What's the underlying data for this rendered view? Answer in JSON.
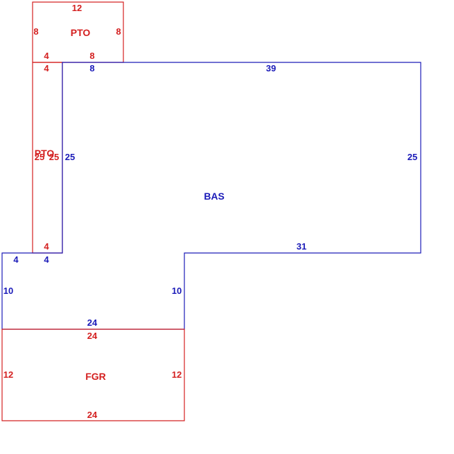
{
  "colors": {
    "red": "#d42020",
    "blue": "#1a1ab8"
  },
  "areas": {
    "pto_top": {
      "name": "PTO",
      "dims": {
        "top": "12",
        "left": "8",
        "right": "8",
        "bottom_left": "4",
        "bottom_right": "8"
      }
    },
    "pto_side": {
      "name": "PTO",
      "dims": {
        "top": "4",
        "left": "25",
        "right": "25",
        "bottom": "4"
      }
    },
    "bas": {
      "name": "BAS",
      "dims": {
        "top_left": "8",
        "top": "39",
        "left": "25",
        "right": "25",
        "step": "31",
        "lower_left_top_a": "4",
        "lower_left_top_b": "4",
        "lower_left": "10",
        "lower_right": "10",
        "bottom": "24"
      }
    },
    "fgr": {
      "name": "FGR",
      "dims": {
        "top": "24",
        "left": "12",
        "right": "12",
        "bottom": "24"
      }
    }
  }
}
